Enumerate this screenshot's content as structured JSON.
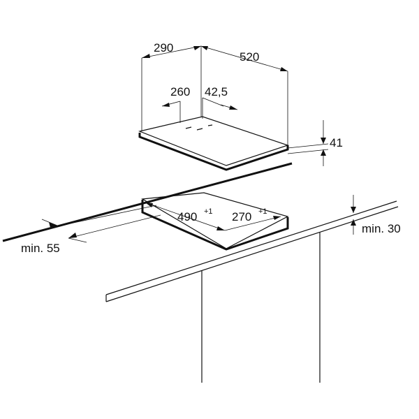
{
  "dimensions": {
    "hob_depth": "290",
    "hob_width": "520",
    "burner_depth": "260",
    "burner_offset": "42,5",
    "hob_height": "41",
    "cutout_width": "490",
    "cutout_width_tol": "+1",
    "cutout_depth": "270",
    "cutout_depth_tol": "+1",
    "min_front": "min. 55",
    "min_rear": "min. 30"
  }
}
